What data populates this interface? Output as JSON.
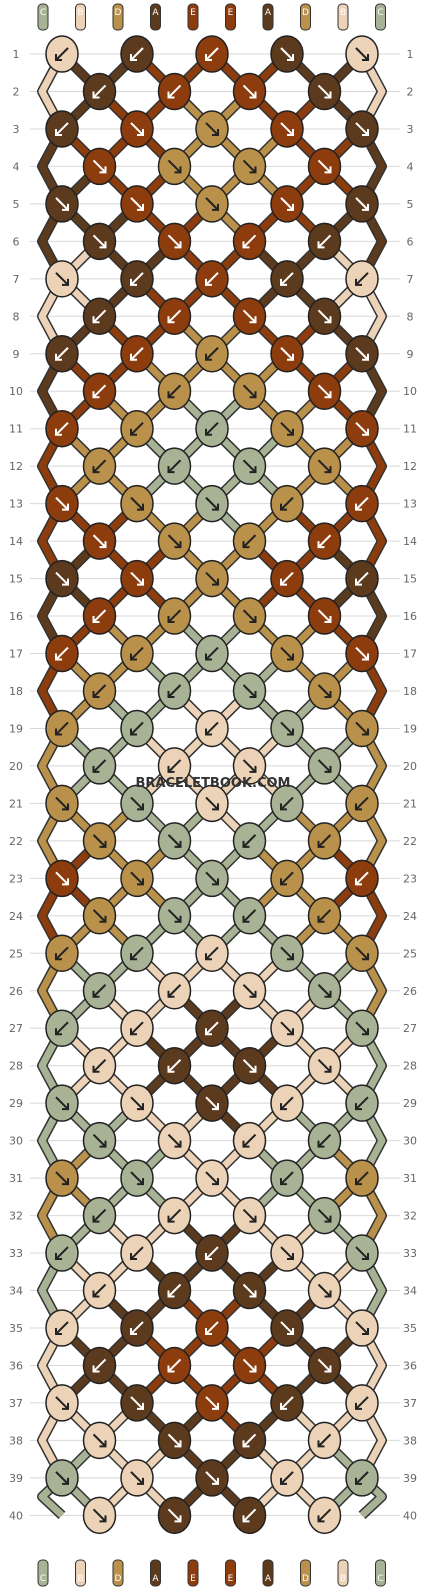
{
  "top_labels": [
    "C",
    "B",
    "D",
    "A",
    "E",
    "E",
    "A",
    "D",
    "B",
    "C"
  ],
  "bottom_labels": [
    "C",
    "B",
    "D",
    "A",
    "E",
    "E",
    "A",
    "D",
    "B",
    "C"
  ],
  "row_numbers": [
    "1",
    "2",
    "3",
    "4",
    "5",
    "6",
    "7",
    "8",
    "9",
    "10",
    "11",
    "12",
    "13",
    "14",
    "15",
    "16",
    "17",
    "18",
    "19",
    "20",
    "21",
    "22",
    "23",
    "24",
    "25",
    "26",
    "27",
    "28",
    "29",
    "30",
    "31",
    "32",
    "33",
    "34",
    "35",
    "36",
    "37",
    "38",
    "39",
    "40"
  ],
  "watermark": "BRACELETBOOK.COM",
  "colors": {
    "A": "#5c3a1e",
    "B": "#ecd3b8",
    "C": "#a8b396",
    "D": "#b9914a",
    "E": "#8c3c0d"
  },
  "knot_rows": [
    [
      {
        "c": "B",
        "d": "l"
      },
      {
        "c": "A",
        "d": "l"
      },
      {
        "c": "E",
        "d": "l"
      },
      {
        "c": "A",
        "d": "r"
      },
      {
        "c": "B",
        "d": "r"
      }
    ],
    [
      {
        "c": "A",
        "d": "l"
      },
      {
        "c": "E",
        "d": "l"
      },
      {
        "c": "E",
        "d": "r"
      },
      {
        "c": "A",
        "d": "r"
      }
    ],
    [
      {
        "c": "A",
        "d": "l"
      },
      {
        "c": "E",
        "d": "r"
      },
      {
        "c": "D",
        "d": "r"
      },
      {
        "c": "E",
        "d": "r"
      },
      {
        "c": "A",
        "d": "r"
      }
    ],
    [
      {
        "c": "E",
        "d": "r"
      },
      {
        "c": "D",
        "d": "r"
      },
      {
        "c": "D",
        "d": "r"
      },
      {
        "c": "E",
        "d": "r"
      }
    ],
    [
      {
        "c": "A",
        "d": "r"
      },
      {
        "c": "E",
        "d": "r"
      },
      {
        "c": "D",
        "d": "r"
      },
      {
        "c": "E",
        "d": "r"
      },
      {
        "c": "A",
        "d": "r"
      }
    ],
    [
      {
        "c": "A",
        "d": "r"
      },
      {
        "c": "E",
        "d": "r"
      },
      {
        "c": "E",
        "d": "l"
      },
      {
        "c": "A",
        "d": "l"
      }
    ],
    [
      {
        "c": "B",
        "d": "r"
      },
      {
        "c": "A",
        "d": "l"
      },
      {
        "c": "E",
        "d": "l"
      },
      {
        "c": "A",
        "d": "l"
      },
      {
        "c": "B",
        "d": "l"
      }
    ],
    [
      {
        "c": "A",
        "d": "l"
      },
      {
        "c": "E",
        "d": "l"
      },
      {
        "c": "E",
        "d": "r"
      },
      {
        "c": "A",
        "d": "r"
      }
    ],
    [
      {
        "c": "A",
        "d": "l"
      },
      {
        "c": "E",
        "d": "l"
      },
      {
        "c": "D",
        "d": "l"
      },
      {
        "c": "E",
        "d": "r"
      },
      {
        "c": "A",
        "d": "r"
      }
    ],
    [
      {
        "c": "E",
        "d": "l"
      },
      {
        "c": "D",
        "d": "l"
      },
      {
        "c": "D",
        "d": "r"
      },
      {
        "c": "E",
        "d": "r"
      }
    ],
    [
      {
        "c": "E",
        "d": "l"
      },
      {
        "c": "D",
        "d": "l"
      },
      {
        "c": "C",
        "d": "l"
      },
      {
        "c": "D",
        "d": "r"
      },
      {
        "c": "E",
        "d": "r"
      }
    ],
    [
      {
        "c": "D",
        "d": "l"
      },
      {
        "c": "C",
        "d": "l"
      },
      {
        "c": "C",
        "d": "r"
      },
      {
        "c": "D",
        "d": "r"
      }
    ],
    [
      {
        "c": "E",
        "d": "r"
      },
      {
        "c": "D",
        "d": "r"
      },
      {
        "c": "C",
        "d": "r"
      },
      {
        "c": "D",
        "d": "l"
      },
      {
        "c": "E",
        "d": "l"
      }
    ],
    [
      {
        "c": "E",
        "d": "r"
      },
      {
        "c": "D",
        "d": "r"
      },
      {
        "c": "D",
        "d": "l"
      },
      {
        "c": "E",
        "d": "l"
      }
    ],
    [
      {
        "c": "A",
        "d": "r"
      },
      {
        "c": "E",
        "d": "r"
      },
      {
        "c": "D",
        "d": "r"
      },
      {
        "c": "E",
        "d": "l"
      },
      {
        "c": "A",
        "d": "l"
      }
    ],
    [
      {
        "c": "E",
        "d": "l"
      },
      {
        "c": "D",
        "d": "l"
      },
      {
        "c": "D",
        "d": "r"
      },
      {
        "c": "E",
        "d": "r"
      }
    ],
    [
      {
        "c": "E",
        "d": "l"
      },
      {
        "c": "D",
        "d": "l"
      },
      {
        "c": "C",
        "d": "l"
      },
      {
        "c": "D",
        "d": "r"
      },
      {
        "c": "E",
        "d": "r"
      }
    ],
    [
      {
        "c": "D",
        "d": "l"
      },
      {
        "c": "C",
        "d": "l"
      },
      {
        "c": "C",
        "d": "r"
      },
      {
        "c": "D",
        "d": "r"
      }
    ],
    [
      {
        "c": "D",
        "d": "l"
      },
      {
        "c": "C",
        "d": "l"
      },
      {
        "c": "B",
        "d": "l"
      },
      {
        "c": "C",
        "d": "r"
      },
      {
        "c": "D",
        "d": "r"
      }
    ],
    [
      {
        "c": "C",
        "d": "l"
      },
      {
        "c": "B",
        "d": "l"
      },
      {
        "c": "B",
        "d": "r"
      },
      {
        "c": "C",
        "d": "r"
      }
    ],
    [
      {
        "c": "D",
        "d": "r"
      },
      {
        "c": "C",
        "d": "r"
      },
      {
        "c": "B",
        "d": "r"
      },
      {
        "c": "C",
        "d": "l"
      },
      {
        "c": "D",
        "d": "l"
      }
    ],
    [
      {
        "c": "D",
        "d": "r"
      },
      {
        "c": "C",
        "d": "r"
      },
      {
        "c": "C",
        "d": "l"
      },
      {
        "c": "D",
        "d": "l"
      }
    ],
    [
      {
        "c": "E",
        "d": "r"
      },
      {
        "c": "D",
        "d": "r"
      },
      {
        "c": "C",
        "d": "r"
      },
      {
        "c": "D",
        "d": "l"
      },
      {
        "c": "E",
        "d": "l"
      }
    ],
    [
      {
        "c": "D",
        "d": "r"
      },
      {
        "c": "C",
        "d": "r"
      },
      {
        "c": "C",
        "d": "l"
      },
      {
        "c": "D",
        "d": "l"
      }
    ],
    [
      {
        "c": "D",
        "d": "l"
      },
      {
        "c": "C",
        "d": "l"
      },
      {
        "c": "B",
        "d": "l"
      },
      {
        "c": "C",
        "d": "r"
      },
      {
        "c": "D",
        "d": "r"
      }
    ],
    [
      {
        "c": "C",
        "d": "l"
      },
      {
        "c": "B",
        "d": "l"
      },
      {
        "c": "B",
        "d": "r"
      },
      {
        "c": "C",
        "d": "r"
      }
    ],
    [
      {
        "c": "C",
        "d": "l"
      },
      {
        "c": "B",
        "d": "l"
      },
      {
        "c": "A",
        "d": "l"
      },
      {
        "c": "B",
        "d": "r"
      },
      {
        "c": "C",
        "d": "r"
      }
    ],
    [
      {
        "c": "B",
        "d": "l"
      },
      {
        "c": "A",
        "d": "l"
      },
      {
        "c": "A",
        "d": "r"
      },
      {
        "c": "B",
        "d": "r"
      }
    ],
    [
      {
        "c": "C",
        "d": "r"
      },
      {
        "c": "B",
        "d": "r"
      },
      {
        "c": "A",
        "d": "r"
      },
      {
        "c": "B",
        "d": "l"
      },
      {
        "c": "C",
        "d": "l"
      }
    ],
    [
      {
        "c": "C",
        "d": "r"
      },
      {
        "c": "B",
        "d": "r"
      },
      {
        "c": "B",
        "d": "l"
      },
      {
        "c": "C",
        "d": "l"
      }
    ],
    [
      {
        "c": "D",
        "d": "r"
      },
      {
        "c": "C",
        "d": "r"
      },
      {
        "c": "B",
        "d": "r"
      },
      {
        "c": "C",
        "d": "l"
      },
      {
        "c": "D",
        "d": "l"
      }
    ],
    [
      {
        "c": "C",
        "d": "l"
      },
      {
        "c": "B",
        "d": "l"
      },
      {
        "c": "B",
        "d": "r"
      },
      {
        "c": "C",
        "d": "r"
      }
    ],
    [
      {
        "c": "C",
        "d": "l"
      },
      {
        "c": "B",
        "d": "l"
      },
      {
        "c": "A",
        "d": "l"
      },
      {
        "c": "B",
        "d": "r"
      },
      {
        "c": "C",
        "d": "r"
      }
    ],
    [
      {
        "c": "B",
        "d": "l"
      },
      {
        "c": "A",
        "d": "l"
      },
      {
        "c": "A",
        "d": "r"
      },
      {
        "c": "B",
        "d": "r"
      }
    ],
    [
      {
        "c": "B",
        "d": "l"
      },
      {
        "c": "A",
        "d": "l"
      },
      {
        "c": "E",
        "d": "l"
      },
      {
        "c": "A",
        "d": "r"
      },
      {
        "c": "B",
        "d": "r"
      }
    ],
    [
      {
        "c": "A",
        "d": "l"
      },
      {
        "c": "E",
        "d": "l"
      },
      {
        "c": "E",
        "d": "r"
      },
      {
        "c": "A",
        "d": "r"
      }
    ],
    [
      {
        "c": "B",
        "d": "r"
      },
      {
        "c": "A",
        "d": "r"
      },
      {
        "c": "E",
        "d": "r"
      },
      {
        "c": "A",
        "d": "l"
      },
      {
        "c": "B",
        "d": "l"
      }
    ],
    [
      {
        "c": "B",
        "d": "r"
      },
      {
        "c": "A",
        "d": "r"
      },
      {
        "c": "A",
        "d": "l"
      },
      {
        "c": "B",
        "d": "l"
      }
    ],
    [
      {
        "c": "C",
        "d": "r"
      },
      {
        "c": "B",
        "d": "r"
      },
      {
        "c": "A",
        "d": "r"
      },
      {
        "c": "B",
        "d": "l"
      },
      {
        "c": "C",
        "d": "l"
      }
    ],
    [
      {
        "c": "B",
        "d": "r"
      },
      {
        "c": "A",
        "d": "r"
      },
      {
        "c": "A",
        "d": "l"
      },
      {
        "c": "B",
        "d": "l"
      }
    ]
  ]
}
